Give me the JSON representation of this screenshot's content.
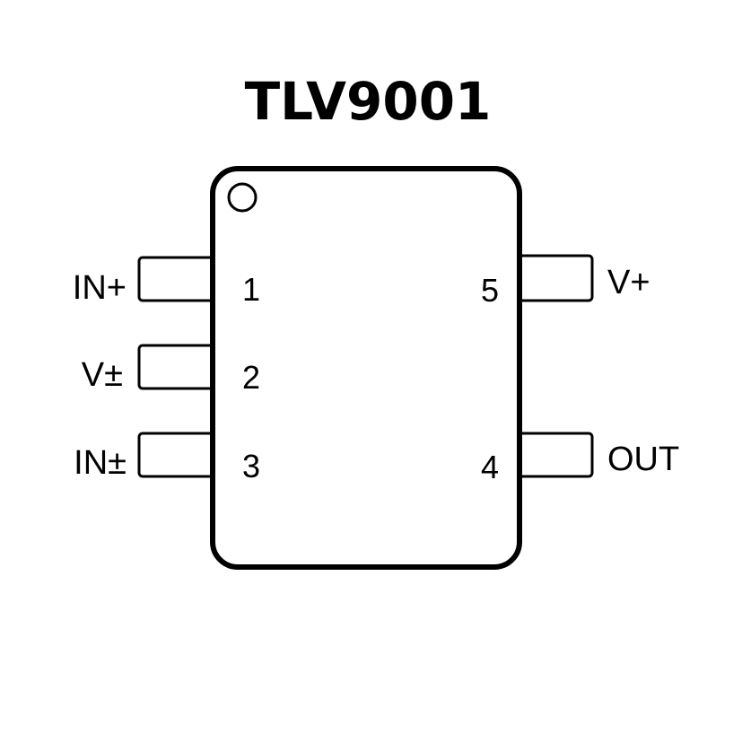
{
  "title": "TLV9001",
  "colors": {
    "stroke": "#000000",
    "background": "#ffffff"
  },
  "package": {
    "pin1_marker": "circle-marker-icon"
  },
  "pins": {
    "left": [
      {
        "number": "1",
        "label": "IN+"
      },
      {
        "number": "2",
        "label": "V±"
      },
      {
        "number": "3",
        "label": "IN±"
      }
    ],
    "right": [
      {
        "number": "5",
        "label": "V+"
      },
      {
        "number": "4",
        "label": "OUT"
      }
    ]
  }
}
